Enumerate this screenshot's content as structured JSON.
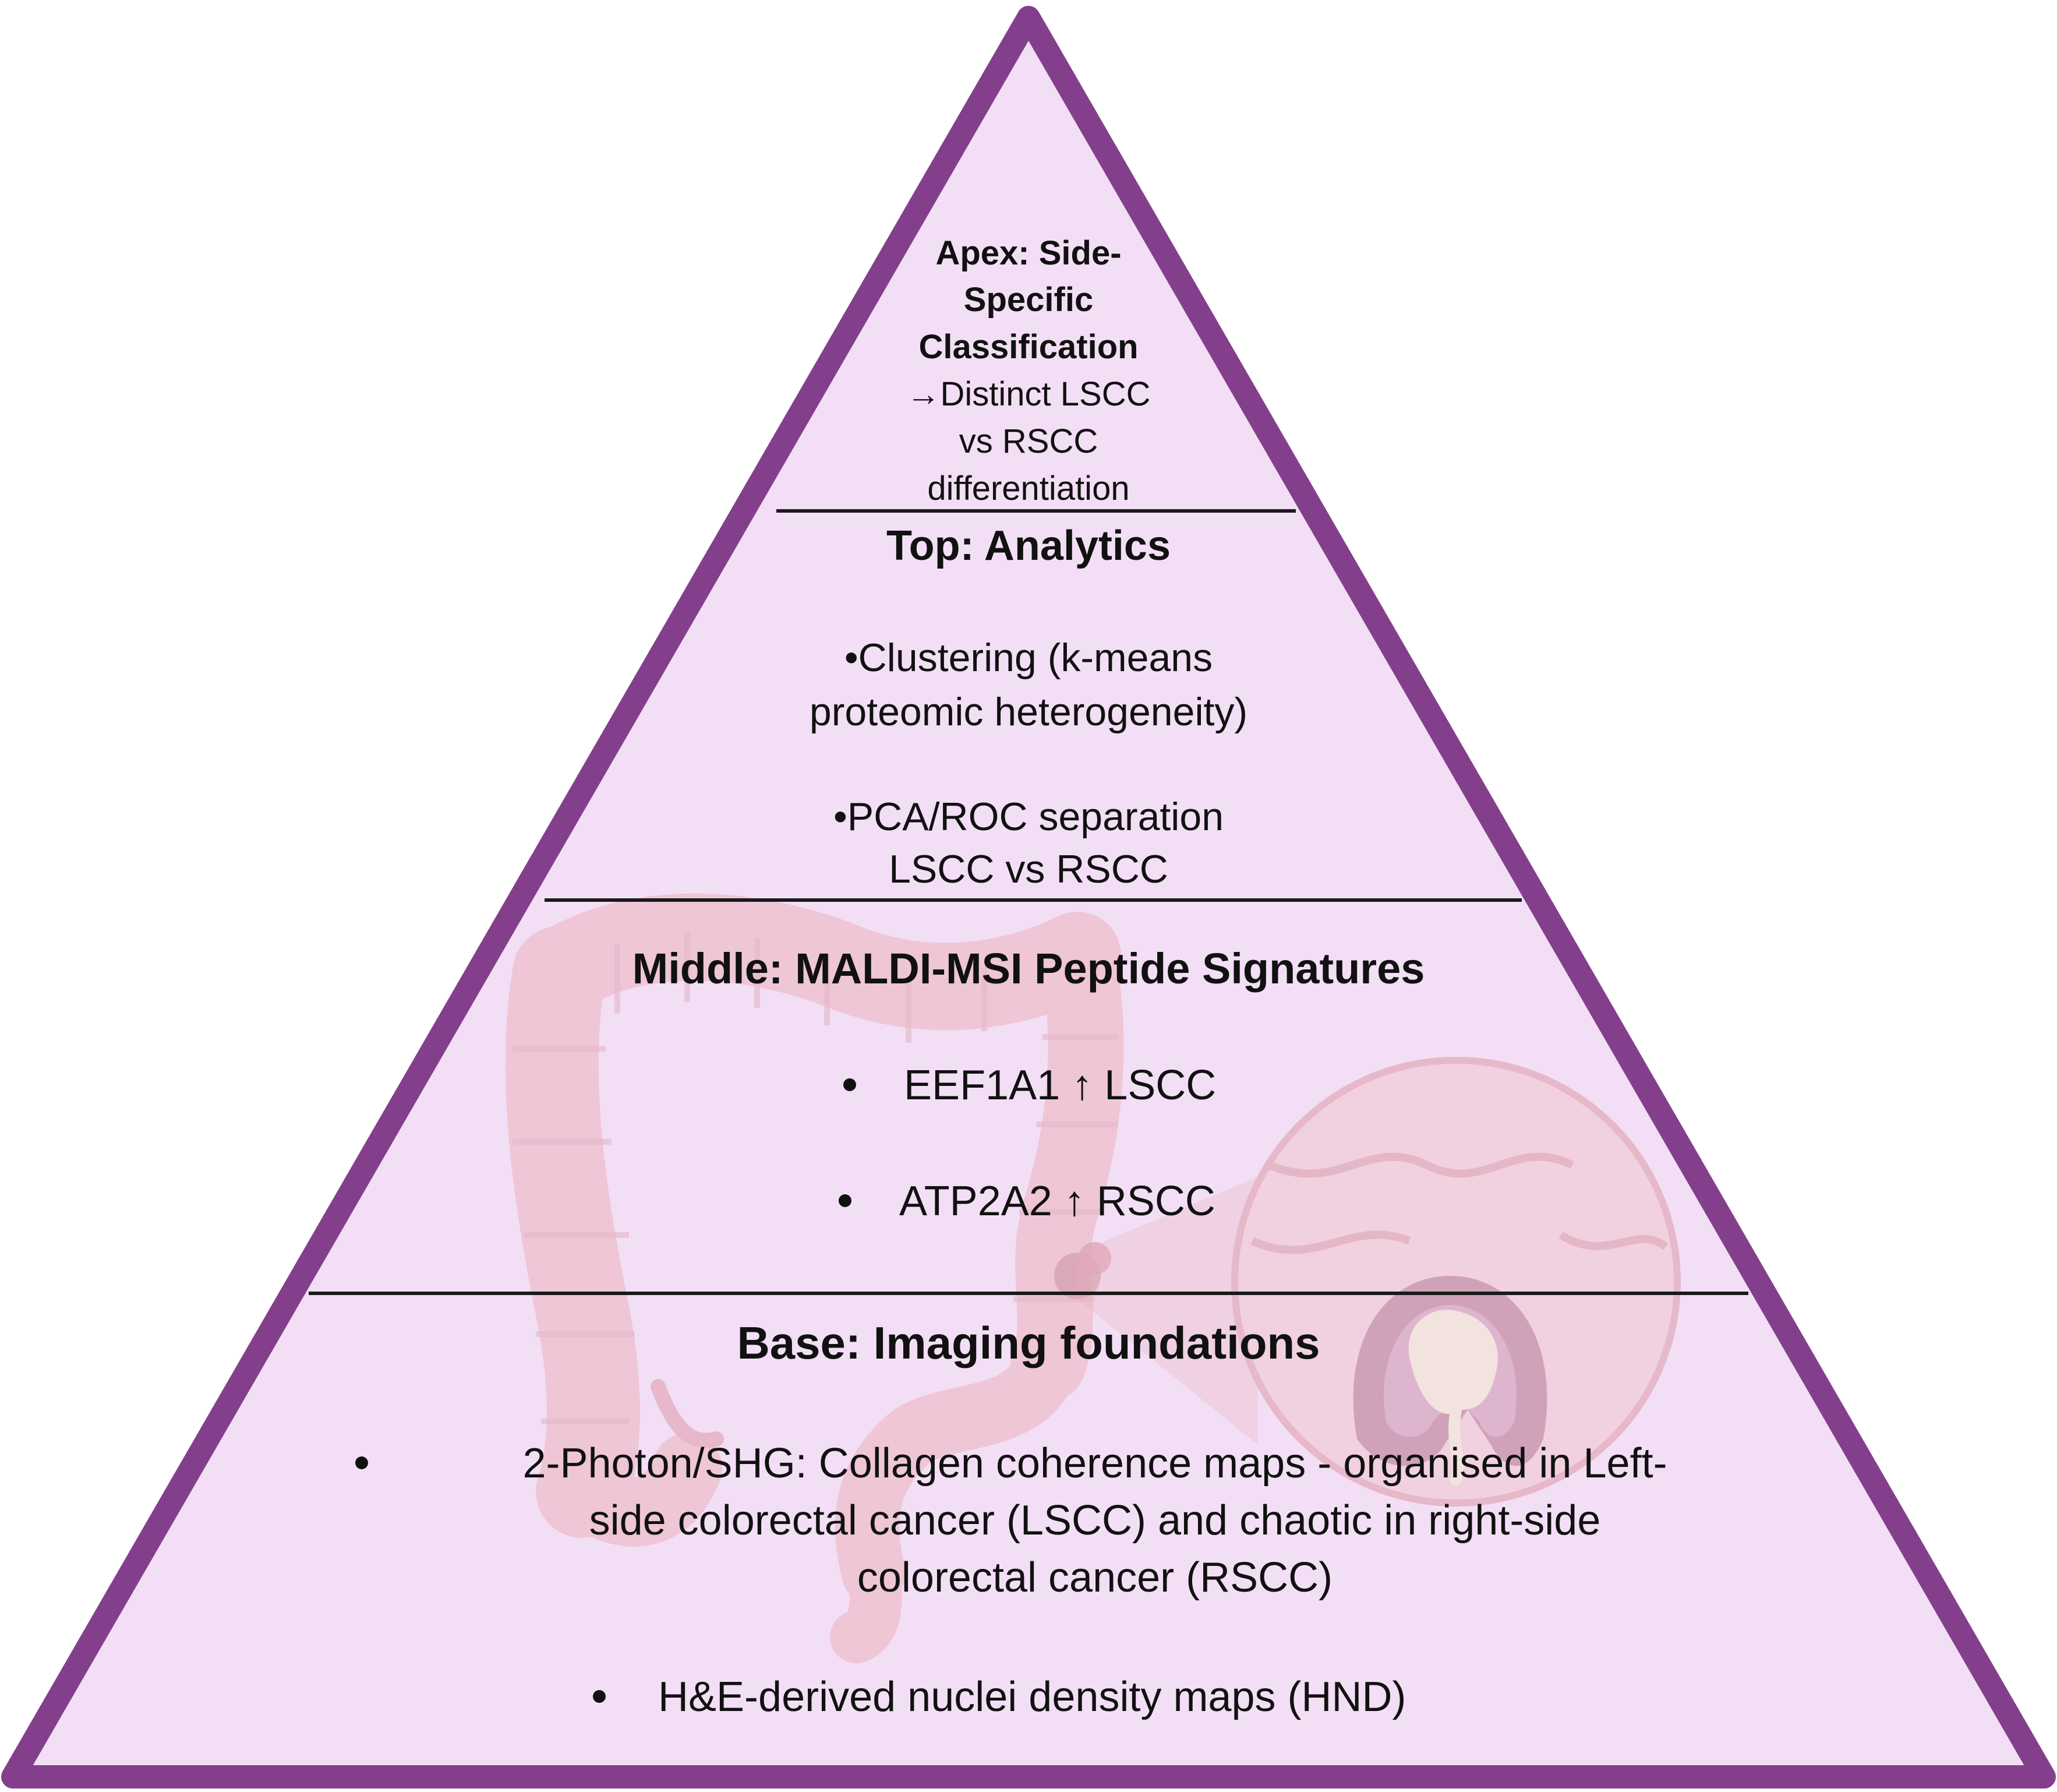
{
  "colors": {
    "triangle_fill": "#F3DFF5",
    "triangle_stroke": "#833F8C",
    "divider": "#1a1a1a",
    "illustration": "#E8B0B8",
    "illustration_dark": "#C7707C",
    "tumor": "#F2E6C8",
    "text": "#111111"
  },
  "apex": {
    "title_line1": "Apex: Side-",
    "title_line2": "Specific",
    "title_line3": "Classification",
    "body_line1": "→Distinct LSCC",
    "body_line2": "vs RSCC",
    "body_line3": "differentiation"
  },
  "top": {
    "title": "Top: Analytics",
    "item1_line1": "•Clustering (k-means",
    "item1_line2": "proteomic heterogeneity)",
    "item2_line1": "•PCA/ROC separation",
    "item2_line2": "LSCC vs RSCC"
  },
  "middle": {
    "title": "Middle: MALDI-MSI Peptide Signatures",
    "item1": "EEF1A1 ↑ LSCC",
    "item2": "ATP2A2 ↑ RSCC"
  },
  "base": {
    "title": "Base: Imaging foundations",
    "item1_line1": "2-Photon/SHG: Collagen coherence maps - organised in Left-",
    "item1_line2": "side colorectal cancer (LSCC) and chaotic in right-side",
    "item1_line3": "colorectal cancer (RSCC)",
    "item2": "H&E-derived nuclei density maps (HND)"
  },
  "illustrations": {
    "colon": "colon-illustration",
    "magnifier": "tumor-magnifier-illustration"
  }
}
